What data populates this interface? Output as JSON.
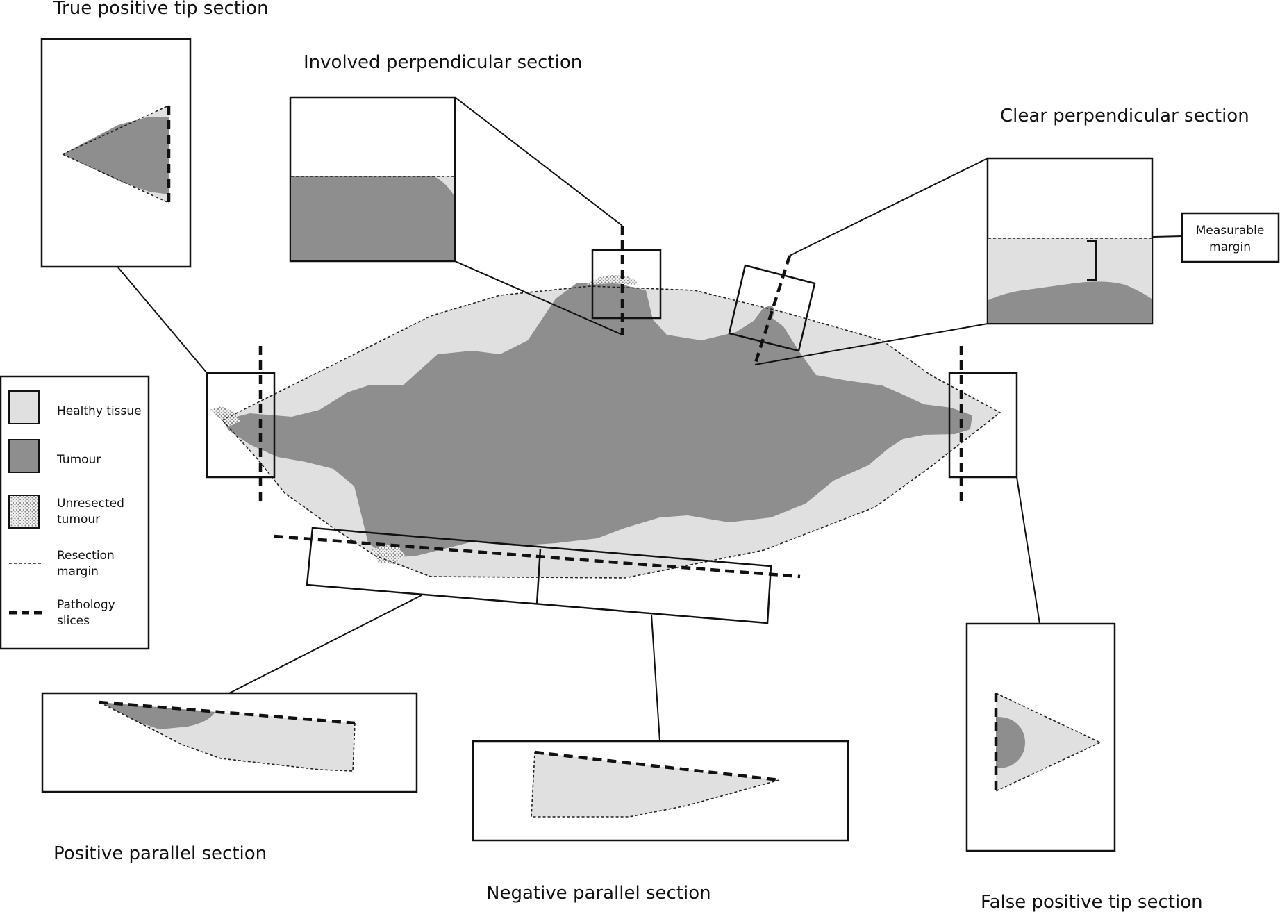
{
  "titles": {
    "true_positive_tip": "True positive tip section",
    "involved_perpendicular": "Involved perpendicular section",
    "clear_perpendicular": "Clear perpendicular section",
    "positive_parallel": "Positive parallel section",
    "negative_parallel": "Negative parallel section",
    "false_positive_tip": "False positive tip section"
  },
  "annotation": {
    "line1": "Measurable",
    "line2": "margin"
  },
  "legend": {
    "healthy": {
      "label": "Healthy tissue",
      "color": "#e0e0e0"
    },
    "tumour": {
      "label": "Tumour",
      "color": "#8e8e8e"
    },
    "unresected": {
      "label1": "Unresected",
      "label2": "tumour"
    },
    "margin": {
      "label1": "Resection",
      "label2": "margin"
    },
    "slices": {
      "label1": "Pathology",
      "label2": "slices"
    }
  },
  "colors": {
    "healthy": "#e0e0e0",
    "tumour": "#8e8e8e",
    "outline": "#111111"
  }
}
